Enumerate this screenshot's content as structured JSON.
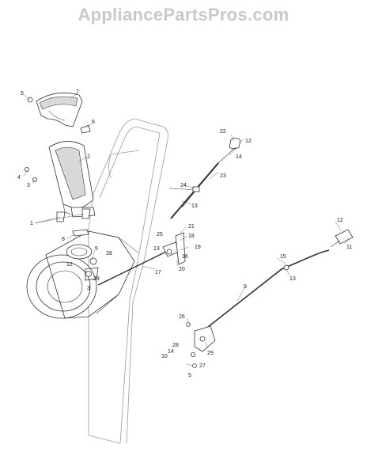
{
  "watermark": "AppliancePartsPros.com",
  "callouts": {
    "c1": "1",
    "c2": "2",
    "c3": "3",
    "c3b": "3",
    "c4": "4",
    "c5a": "5",
    "c5b": "5",
    "c5c": "5",
    "c6": "6",
    "c7": "7",
    "c8": "8",
    "c9": "9",
    "c10": "10",
    "c11": "11",
    "c12a": "12",
    "c12b": "12",
    "c12c": "12",
    "c13a": "13",
    "c13b": "13",
    "c13c": "13",
    "c14a": "14",
    "c14b": "14",
    "c15": "15",
    "c16": "16",
    "c17": "17",
    "c18": "18",
    "c19": "19",
    "c20": "20",
    "c21": "21",
    "c22": "22",
    "c23": "23",
    "c24": "24",
    "c25": "25",
    "c26": "26",
    "c27": "27",
    "c28a": "28",
    "c28b": "28",
    "c29a": "29",
    "c29b": "29"
  }
}
